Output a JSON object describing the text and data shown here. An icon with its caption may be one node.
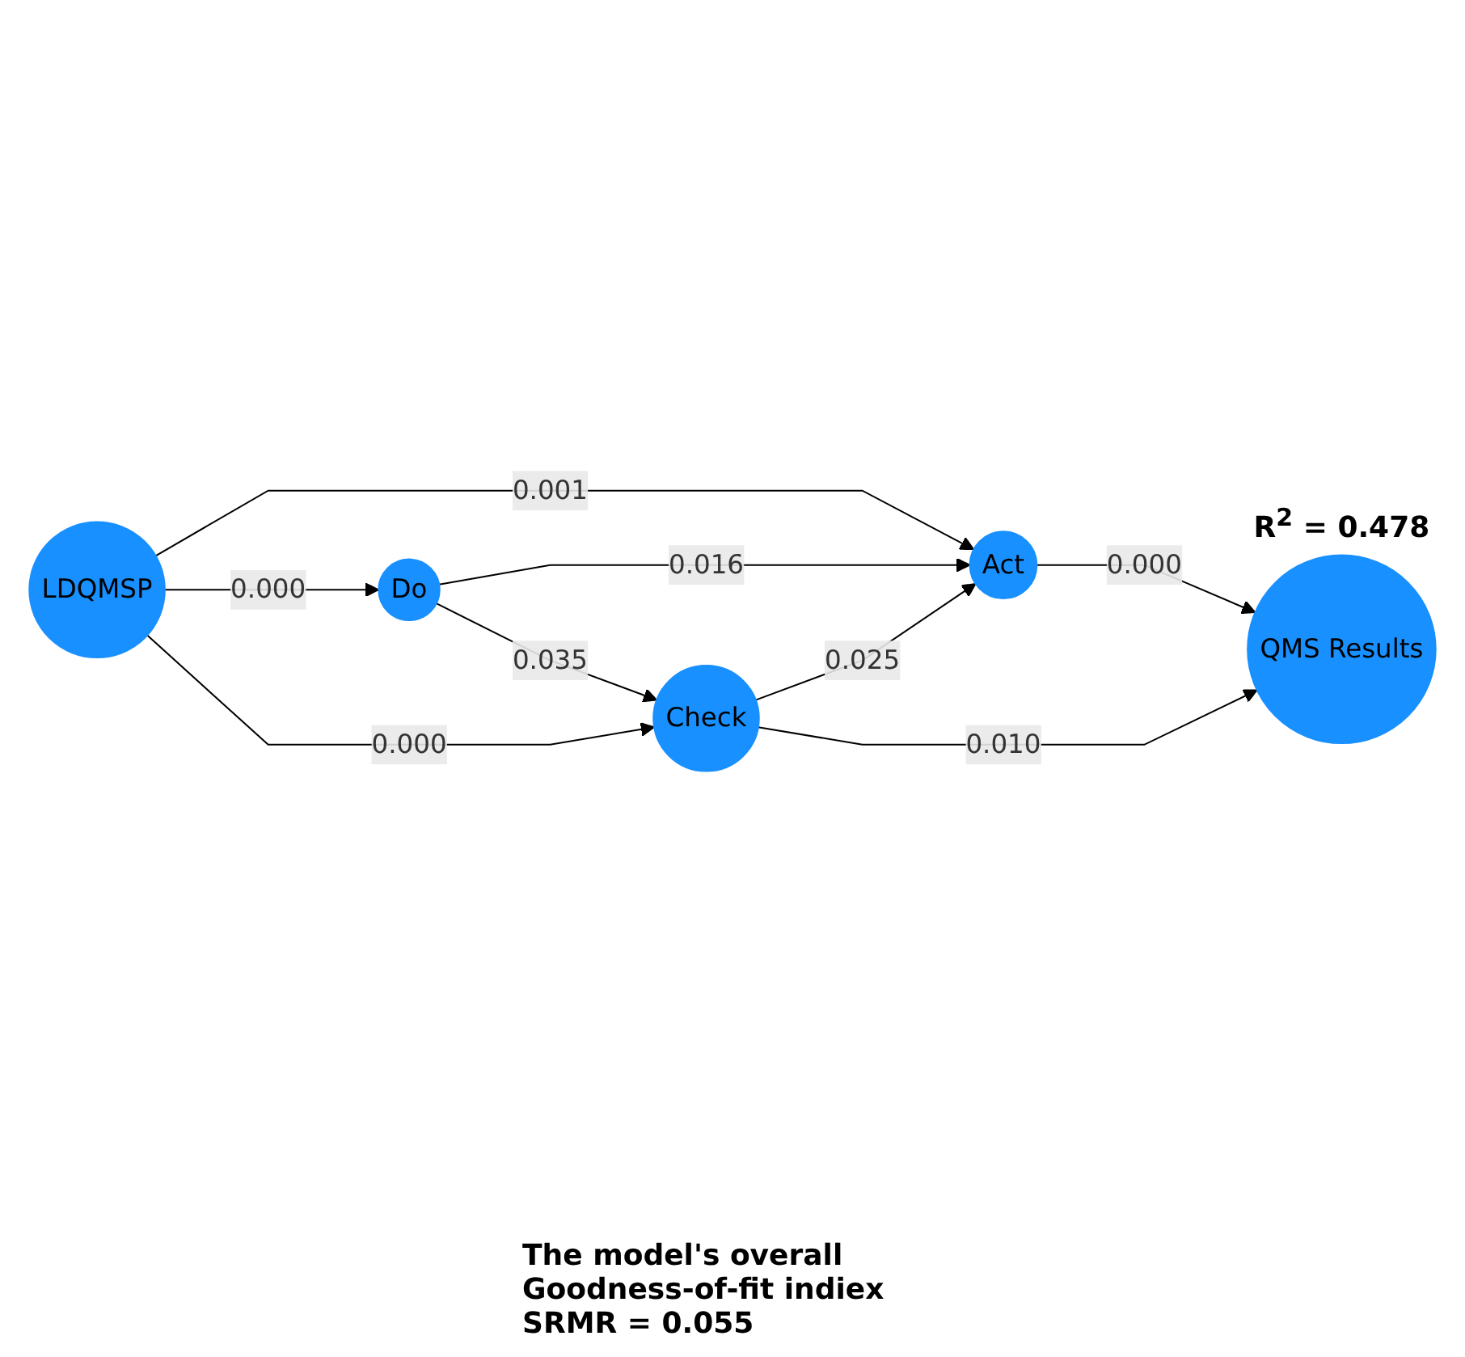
{
  "diagram": {
    "nodes": [
      {
        "text": [
          "LDQMSP"
        ]
      },
      {
        "text": [
          "Act"
        ]
      },
      {
        "text": [
          "QMS Results"
        ],
        "beside": [
          "R$^{2}$ = 0.478"
        ]
      },
      {
        "text": [
          "Do"
        ]
      },
      {
        "text": [
          "Check"
        ]
      }
    ],
    "edges": [
      {
        "from": 0,
        "to": 1,
        "arrow": "to",
        "label": "0.001"
      },
      {
        "from": 0,
        "to": 3,
        "arrow": "to",
        "label": "0.000"
      },
      {
        "from": 0,
        "to": 4,
        "arrow": "to",
        "label": "0.000"
      },
      {
        "from": 3,
        "to": 1,
        "arrow": "to",
        "label": "0.016"
      },
      {
        "from": 3,
        "to": 4,
        "arrow": "to",
        "label": "0.035"
      },
      {
        "from": 4,
        "to": 1,
        "arrow": "to",
        "label": "0.025"
      },
      {
        "from": 1,
        "to": 2,
        "arrow": "to",
        "label": "0.000"
      },
      {
        "from": 4,
        "to": 2,
        "arrow": "to",
        "label": "0.010"
      }
    ],
    "labels": [
      "The model's overall Goodness-of-fit indiex SRMR = 0.055"
    ]
  }
}
